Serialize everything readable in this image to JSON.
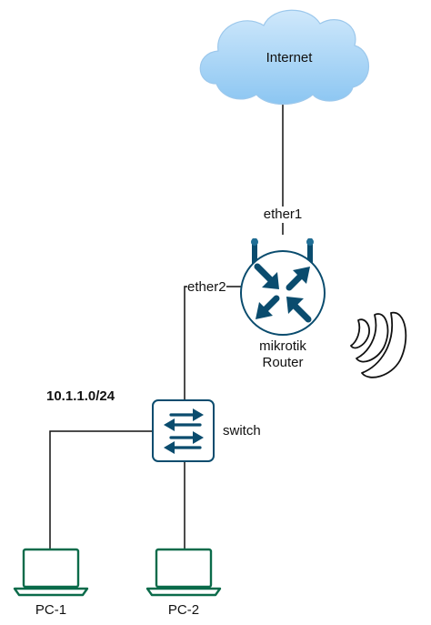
{
  "nodes": {
    "internet": {
      "label": "Internet"
    },
    "router": {
      "label_line1": "mikrotik",
      "label_line2": "Router"
    },
    "switch": {
      "label": "switch"
    },
    "pc1": {
      "label": "PC-1"
    },
    "pc2": {
      "label": "PC-2"
    }
  },
  "ports": {
    "wan": "ether1",
    "lan": "ether2"
  },
  "subnet": "10.1.1.0/24",
  "colors": {
    "cloud_fill": "#a9d4f5",
    "device_dark": "#0a4c6e",
    "pc_green": "#0b6b4a",
    "line": "#111111"
  }
}
